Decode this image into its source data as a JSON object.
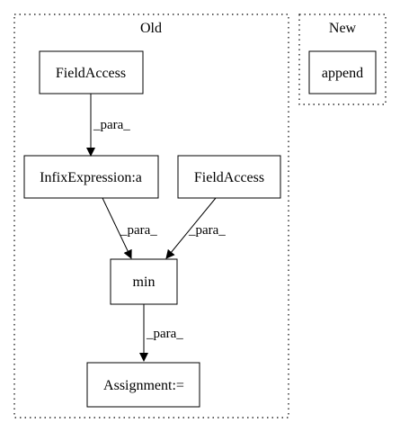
{
  "clusters": {
    "old": {
      "label": "Old"
    },
    "new": {
      "label": "New"
    }
  },
  "nodes": {
    "field_access_top": {
      "label": "FieldAccess"
    },
    "infix_expression": {
      "label": "InfixExpression:a"
    },
    "field_access_right": {
      "label": "FieldAccess"
    },
    "min": {
      "label": "min"
    },
    "assignment": {
      "label": "Assignment:="
    },
    "append": {
      "label": "append"
    }
  },
  "edges": {
    "field_to_infix": {
      "label": "_para_"
    },
    "infix_to_min": {
      "label": "_para_"
    },
    "field_right_to_min": {
      "label": "_para_"
    },
    "min_to_assignment": {
      "label": "_para_"
    }
  }
}
